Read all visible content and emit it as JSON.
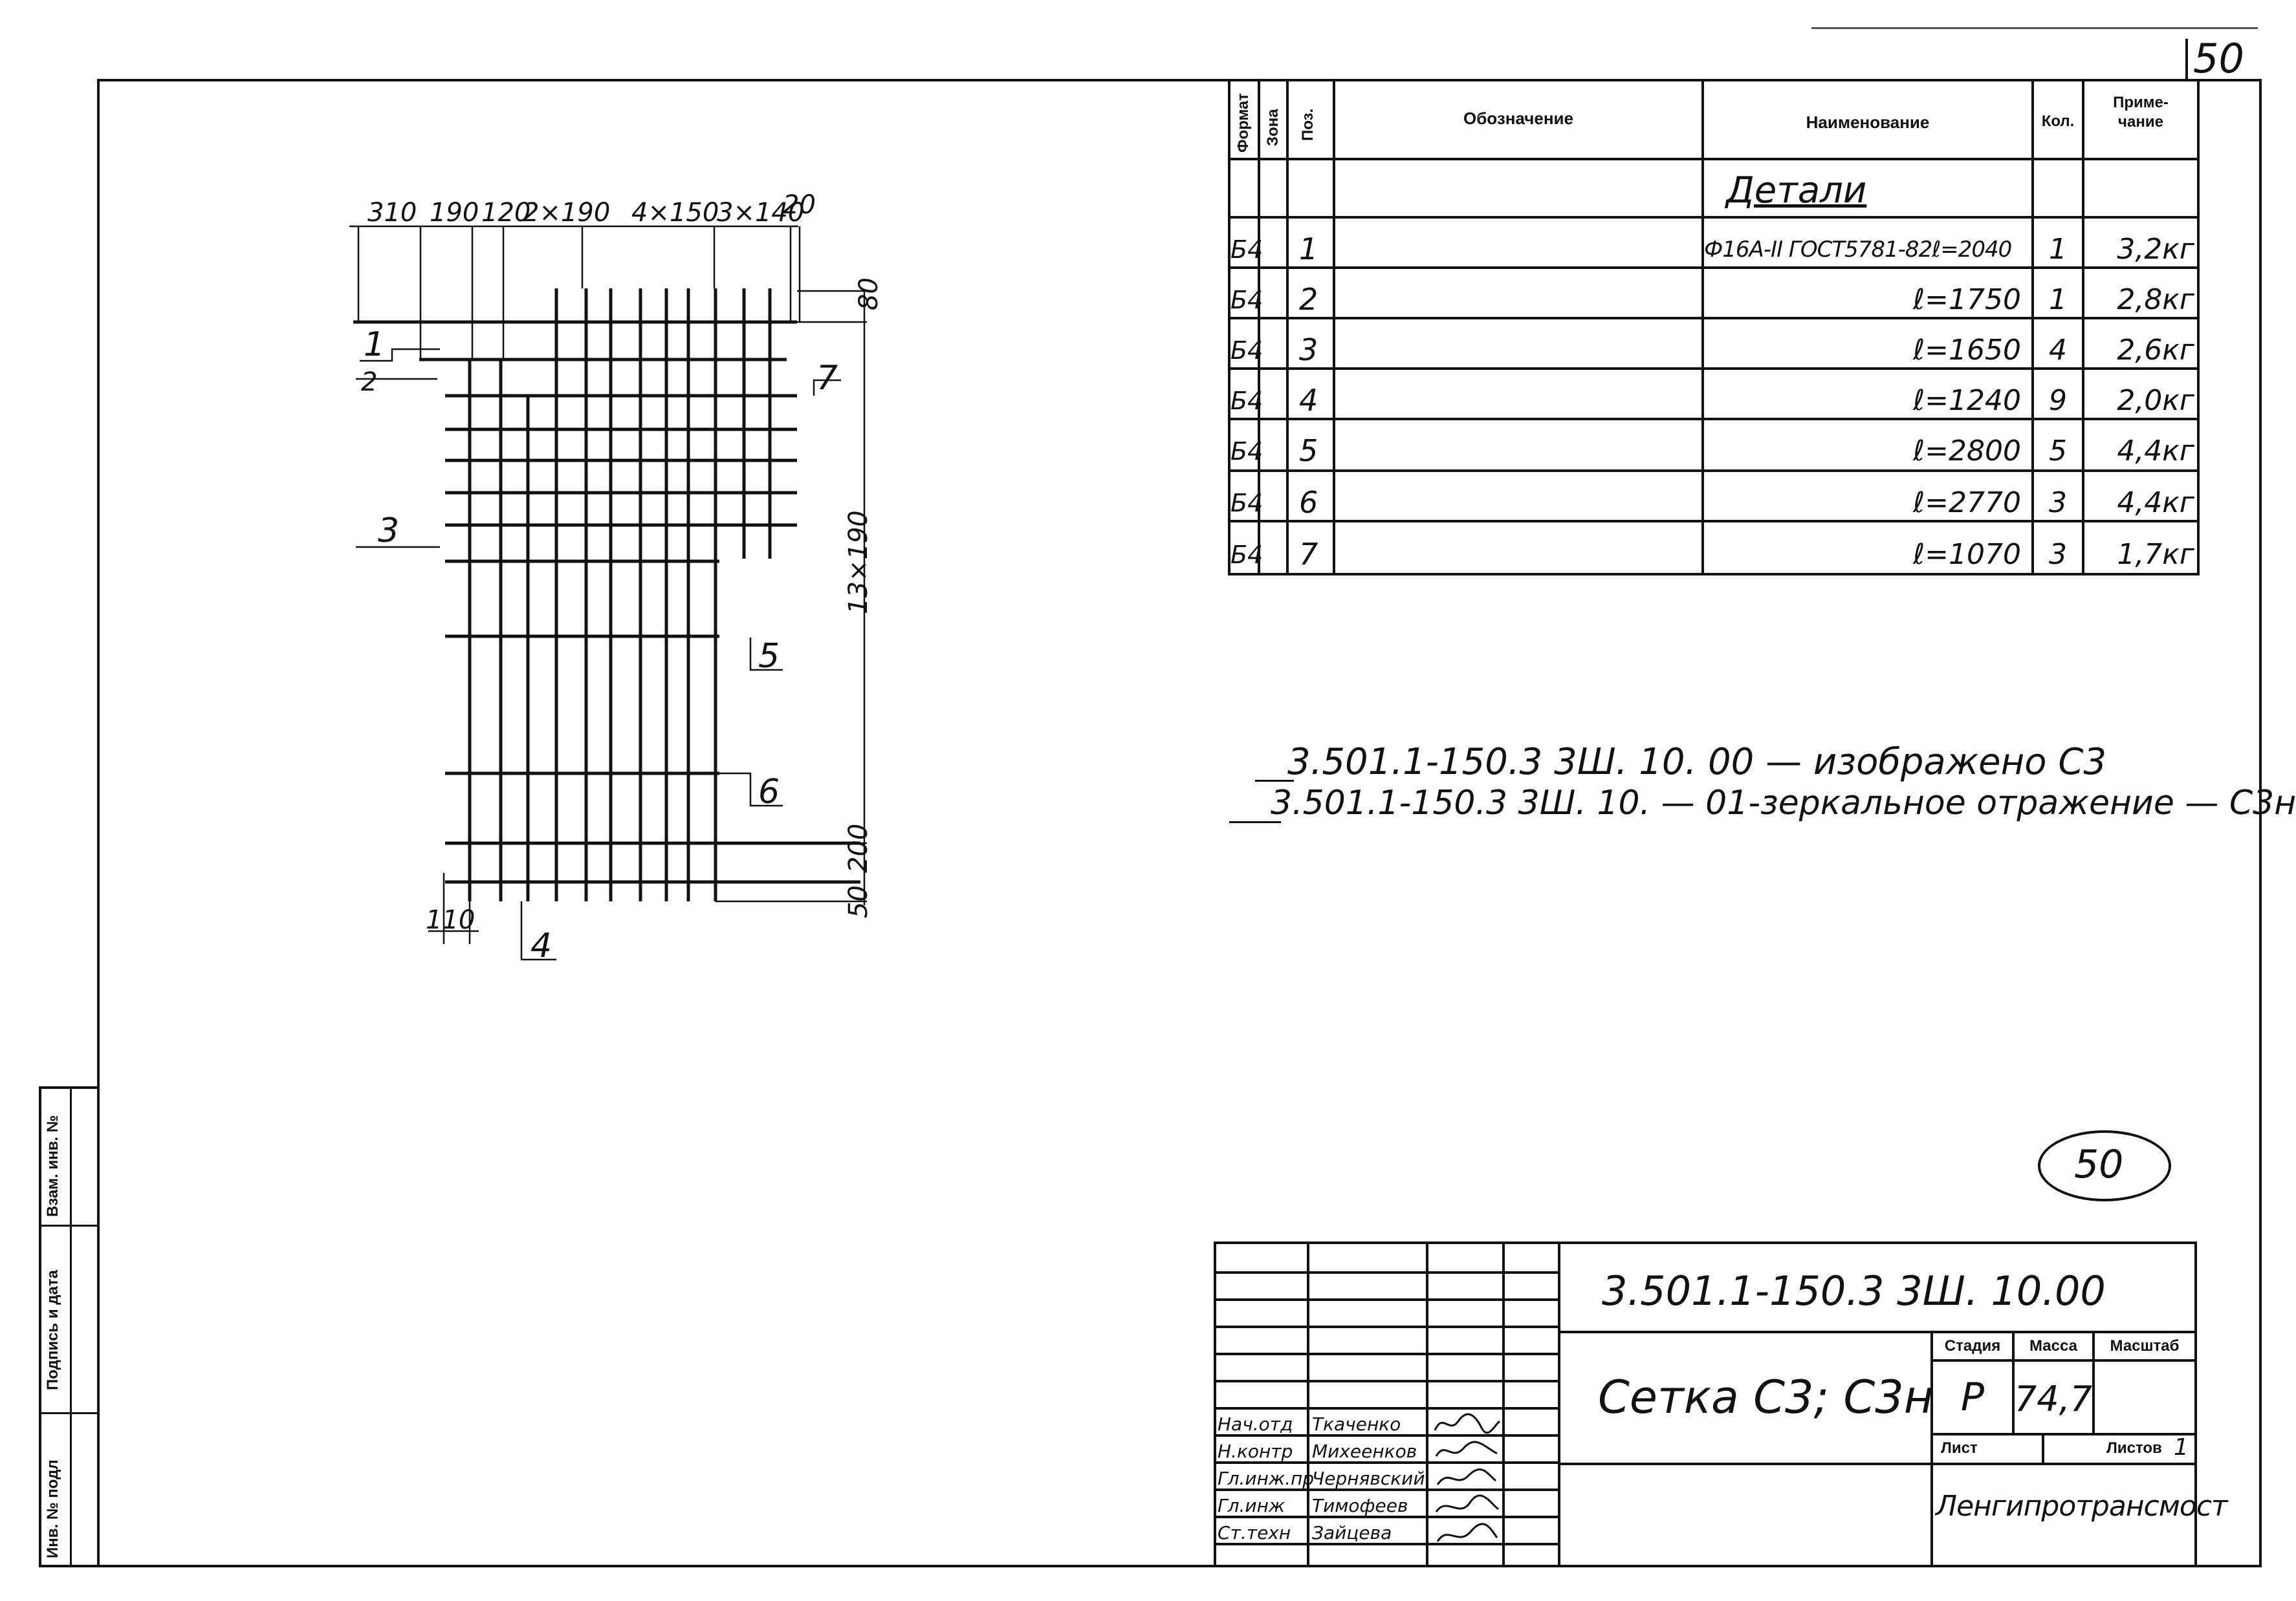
{
  "sheet_number": "50",
  "stamp_mark": "50",
  "spec_table": {
    "headers": {
      "format": "Формат",
      "zone": "Зона",
      "pos": "Поз.",
      "designation": "Обозначение",
      "name": "Наименование",
      "qty": "Кол.",
      "note": "Приме-\nчание"
    },
    "section_title": "Детали",
    "rows": [
      {
        "format": "Б4",
        "pos": "1",
        "name": "Ф16А-II ГОСТ5781-82ℓ=2040",
        "qty": "1",
        "note": "3,2кг"
      },
      {
        "format": "Б4",
        "pos": "2",
        "name": "ℓ=1750",
        "qty": "1",
        "note": "2,8кг"
      },
      {
        "format": "Б4",
        "pos": "3",
        "name": "ℓ=1650",
        "qty": "4",
        "note": "2,6кг"
      },
      {
        "format": "Б4",
        "pos": "4",
        "name": "ℓ=1240",
        "qty": "9",
        "note": "2,0кг"
      },
      {
        "format": "Б4",
        "pos": "5",
        "name": "ℓ=2800",
        "qty": "5",
        "note": "4,4кг"
      },
      {
        "format": "Б4",
        "pos": "6",
        "name": "ℓ=2770",
        "qty": "3",
        "note": "4,4кг"
      },
      {
        "format": "Б4",
        "pos": "7",
        "name": "ℓ=1070",
        "qty": "3",
        "note": "1,7кг"
      }
    ]
  },
  "notes": [
    "3.501.1-150.3 3Ш. 10. 00 — изображено С3",
    "3.501.1-150.3 3Ш. 10. — 01-зеркальное отражение — С3н"
  ],
  "drawing": {
    "top_dims": [
      "310",
      "190",
      "120",
      "2×190",
      "4×150",
      "3×140",
      "20"
    ],
    "side_dims": [
      "80",
      "13×190",
      "200",
      "50"
    ],
    "bottom_dim": "110",
    "callouts": [
      "1",
      "2",
      "3",
      "4",
      "5",
      "6",
      "7"
    ]
  },
  "left_strip": {
    "cells": [
      "Инв. № подл",
      "Подпись и дата",
      "Взам. инв. №"
    ]
  },
  "title_block": {
    "code": "3.501.1-150.3 3Ш. 10.00",
    "title": "Сетка С3; С3н",
    "stage_label": "Стадия",
    "mass_label": "Масса",
    "scale_label": "Масштаб",
    "stage": "Р",
    "mass": "74,7",
    "sheet_label": "Лист",
    "sheets_label": "Листов",
    "sheets_value": "1",
    "organization": "Ленгипротрансмост",
    "signatures": [
      {
        "role": "Нач.отд",
        "name": "Ткаченко"
      },
      {
        "role": "Н.контр",
        "name": "Михеенков"
      },
      {
        "role": "Гл.инж.пр",
        "name": "Чернявский"
      },
      {
        "role": "Гл.инж",
        "name": "Тимофеев"
      },
      {
        "role": "Ст.техн",
        "name": "Зайцева"
      }
    ]
  }
}
